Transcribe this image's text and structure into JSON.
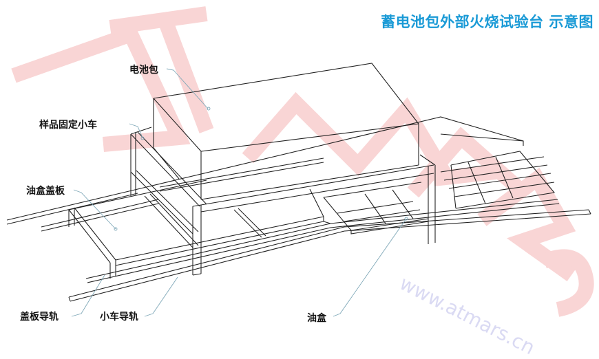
{
  "title": "蓄电池包外部火烧试验台 示意图",
  "colors": {
    "title": "#1a9ad6",
    "label": "#111111",
    "line": "#222222",
    "leader": "#7fa8b8",
    "watermark": "#f4b8b8"
  },
  "labels": {
    "battery_pack": "电池包",
    "sample_cart": "样品固定小车",
    "oil_box_cover": "油盒盖板",
    "cover_rail": "盖板导轨",
    "cart_rail": "小车导轨",
    "oil_box": "油盒"
  },
  "watermark": {
    "logo_text": "ATMARS",
    "url": "www.atmars.cn"
  }
}
